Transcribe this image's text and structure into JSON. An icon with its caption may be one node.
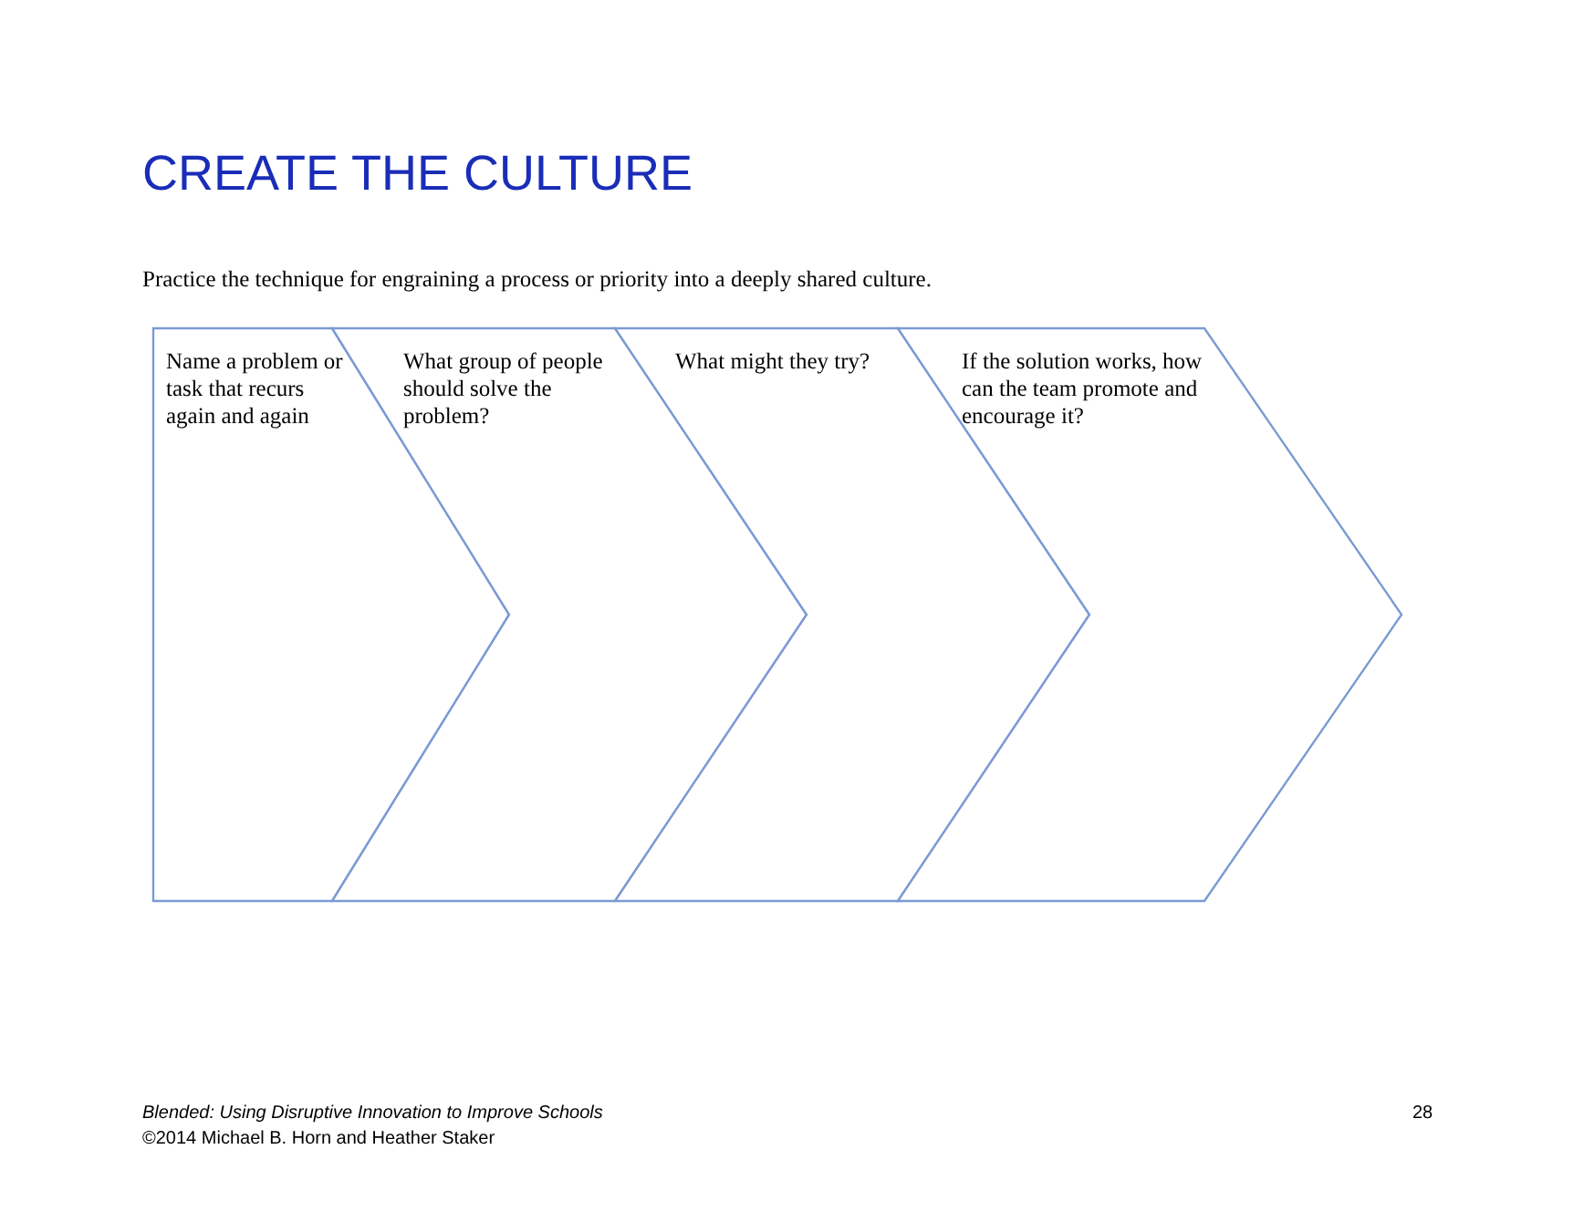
{
  "diagram": {
    "title": "CREATE THE CULTURE",
    "nodes": [
      {
        "text": [
          "Name a problem or task that recurs again and again"
        ]
      },
      {
        "text": [
          "What group of people should solve the problem?"
        ]
      },
      {
        "text": [
          "What might they try?"
        ]
      },
      {
        "text": [
          "If the solution works, how can the team promote and encourage it?"
        ]
      }
    ],
    "labels": [
      "Practice the technique for engraining a process or priority into a deeply shared culture.",
      "Blended: Using Disruptive Innovation to Improve Schools",
      "28",
      "©2014 Michael B. Horn and Heather Staker"
    ]
  }
}
